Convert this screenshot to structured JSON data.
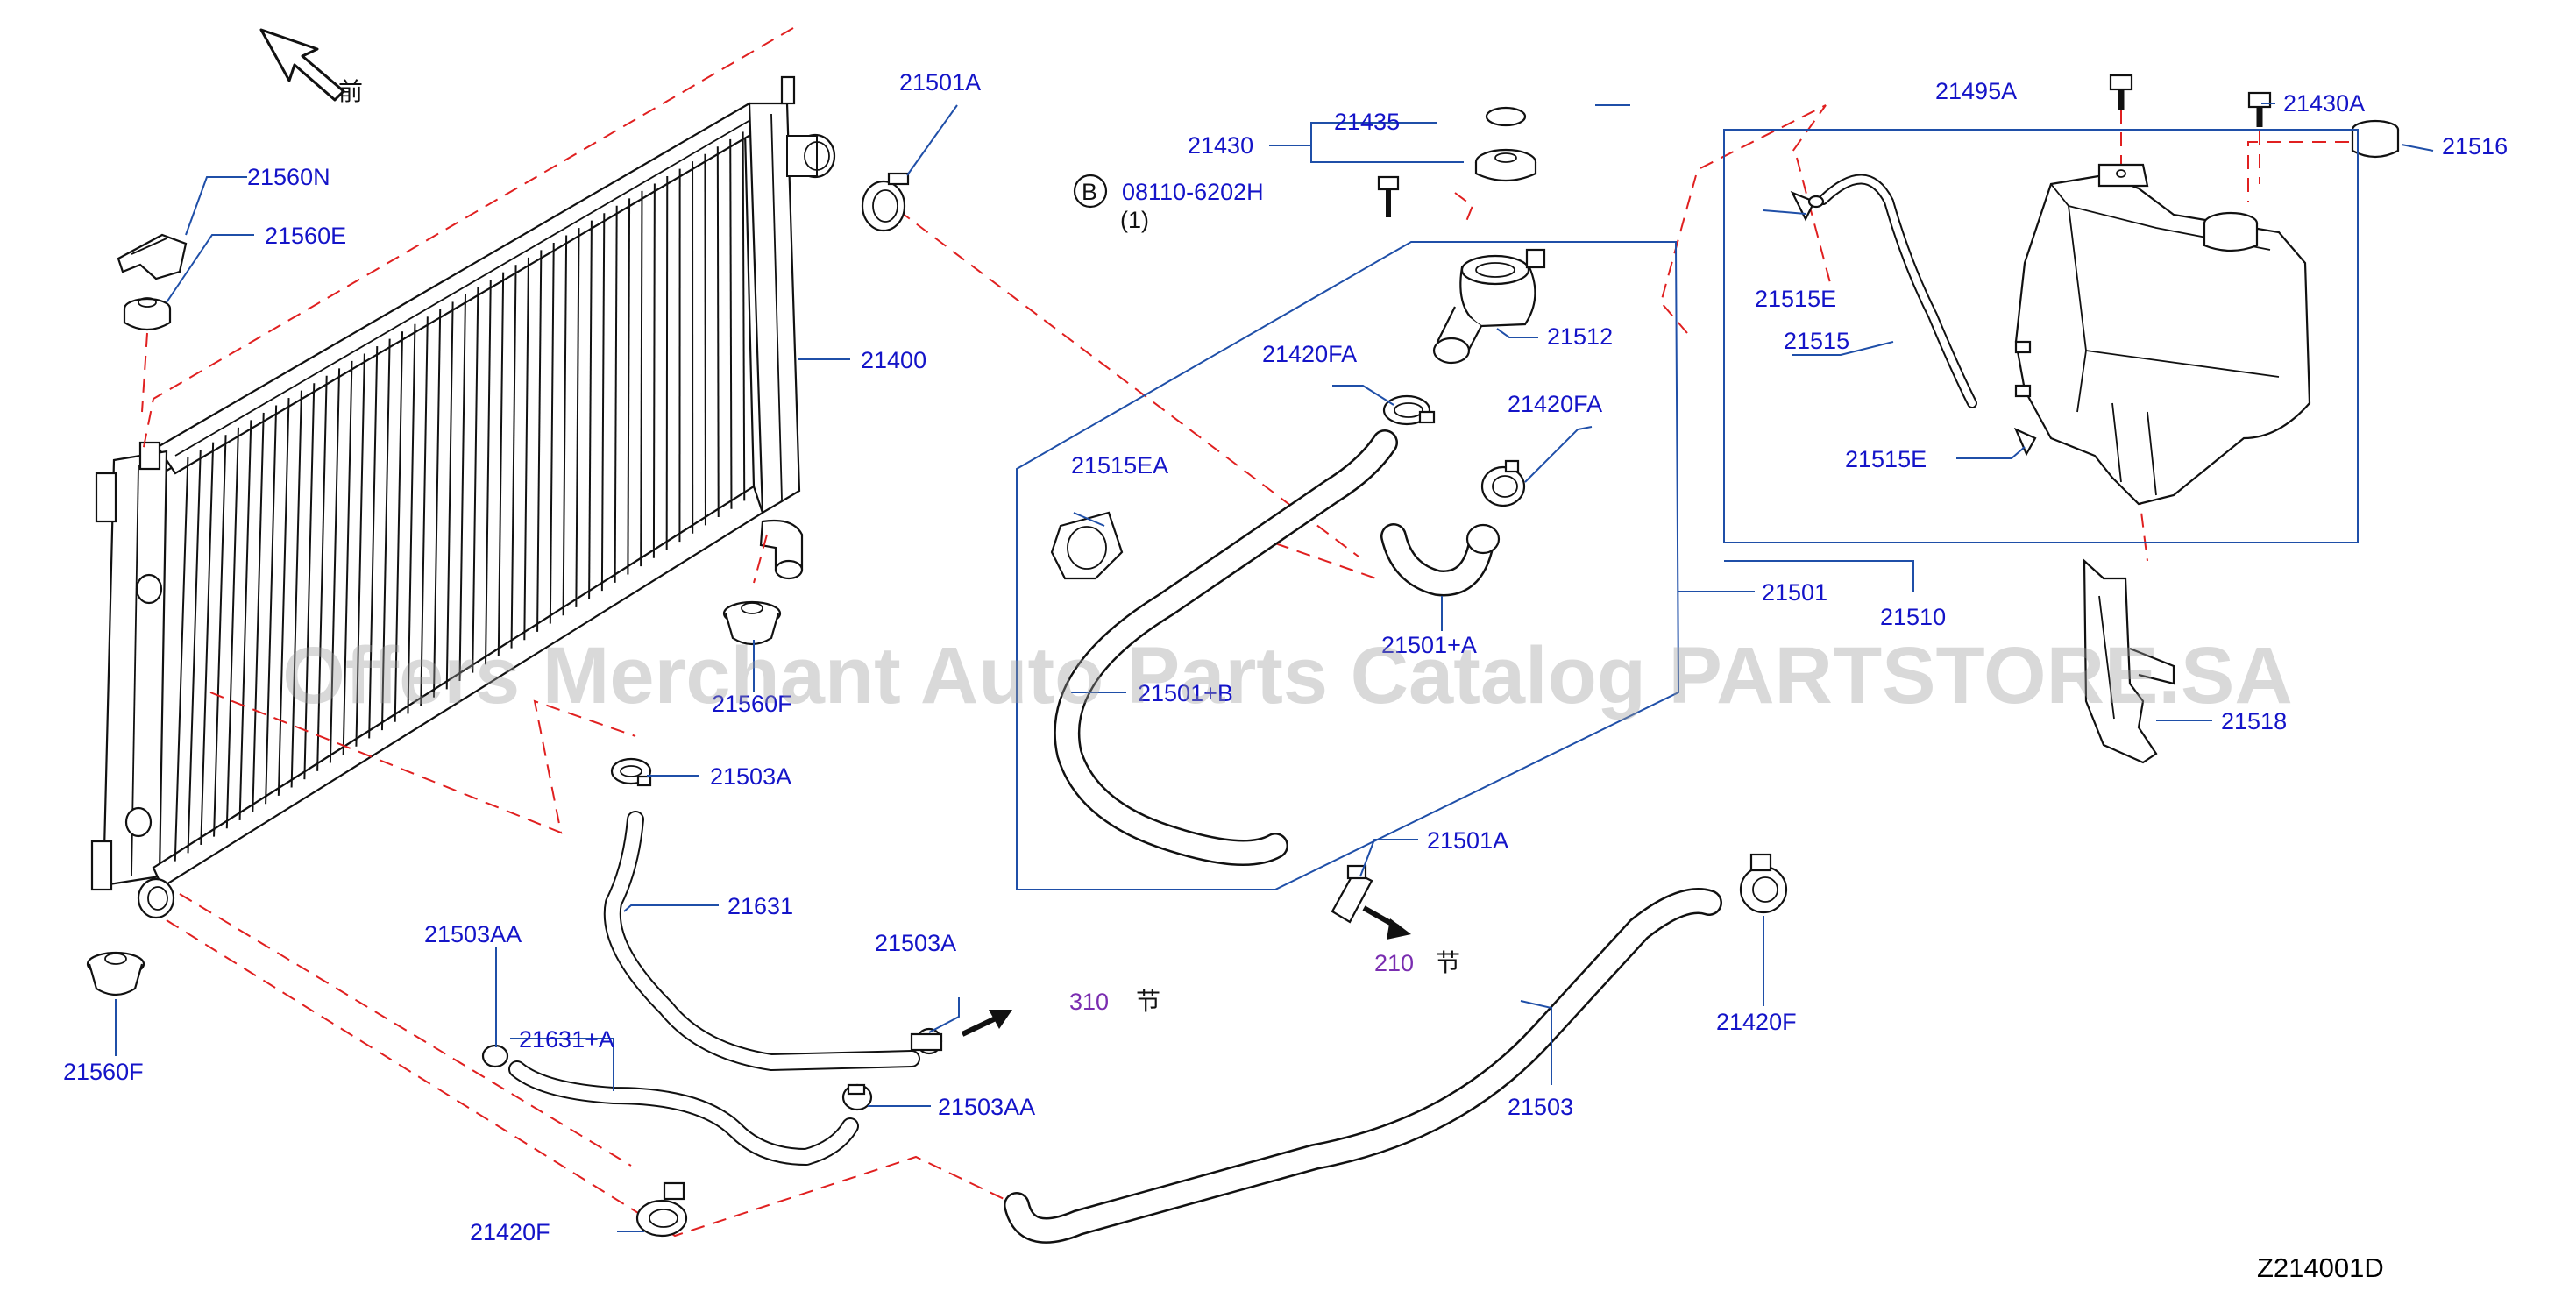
{
  "diagram_code": "Z214001D",
  "watermark": "Offers Merchant Auto Parts Catalog PARTSTORE.SA",
  "front_marker": "前",
  "bolt_marker": "B",
  "bolt_part": "08110-6202H",
  "bolt_qty": "(1)",
  "section_refs": {
    "ref_310": "310",
    "ref_210": "210",
    "section_glyph": "节"
  },
  "parts": {
    "p21501A_top": "21501A",
    "p21560N": "21560N",
    "p21560E": "21560E",
    "p21400": "21400",
    "p21560F_mid": "21560F",
    "p21560F_bot": "21560F",
    "p21503A_top": "21503A",
    "p21631": "21631",
    "p21503A_mid": "21503A",
    "p21503AA_left": "21503AA",
    "p21631A": "21631+A",
    "p21503AA_right": "21503AA",
    "p21420F_left": "21420F",
    "p21503": "21503",
    "p21420F_right": "21420F",
    "p21501A_mid": "21501A",
    "p21430": "21430",
    "p21435": "21435",
    "p21512": "21512",
    "p21420FA_left": "21420FA",
    "p21420FA_right": "21420FA",
    "p21515EA": "21515EA",
    "p21501_A": "21501+A",
    "p21501_B": "21501+B",
    "p21501": "21501",
    "p21495A": "21495A",
    "p21430A": "21430A",
    "p21516": "21516",
    "p21515E_top": "21515E",
    "p21515": "21515",
    "p21515E_bot": "21515E",
    "p21510": "21510",
    "p21518": "21518"
  }
}
